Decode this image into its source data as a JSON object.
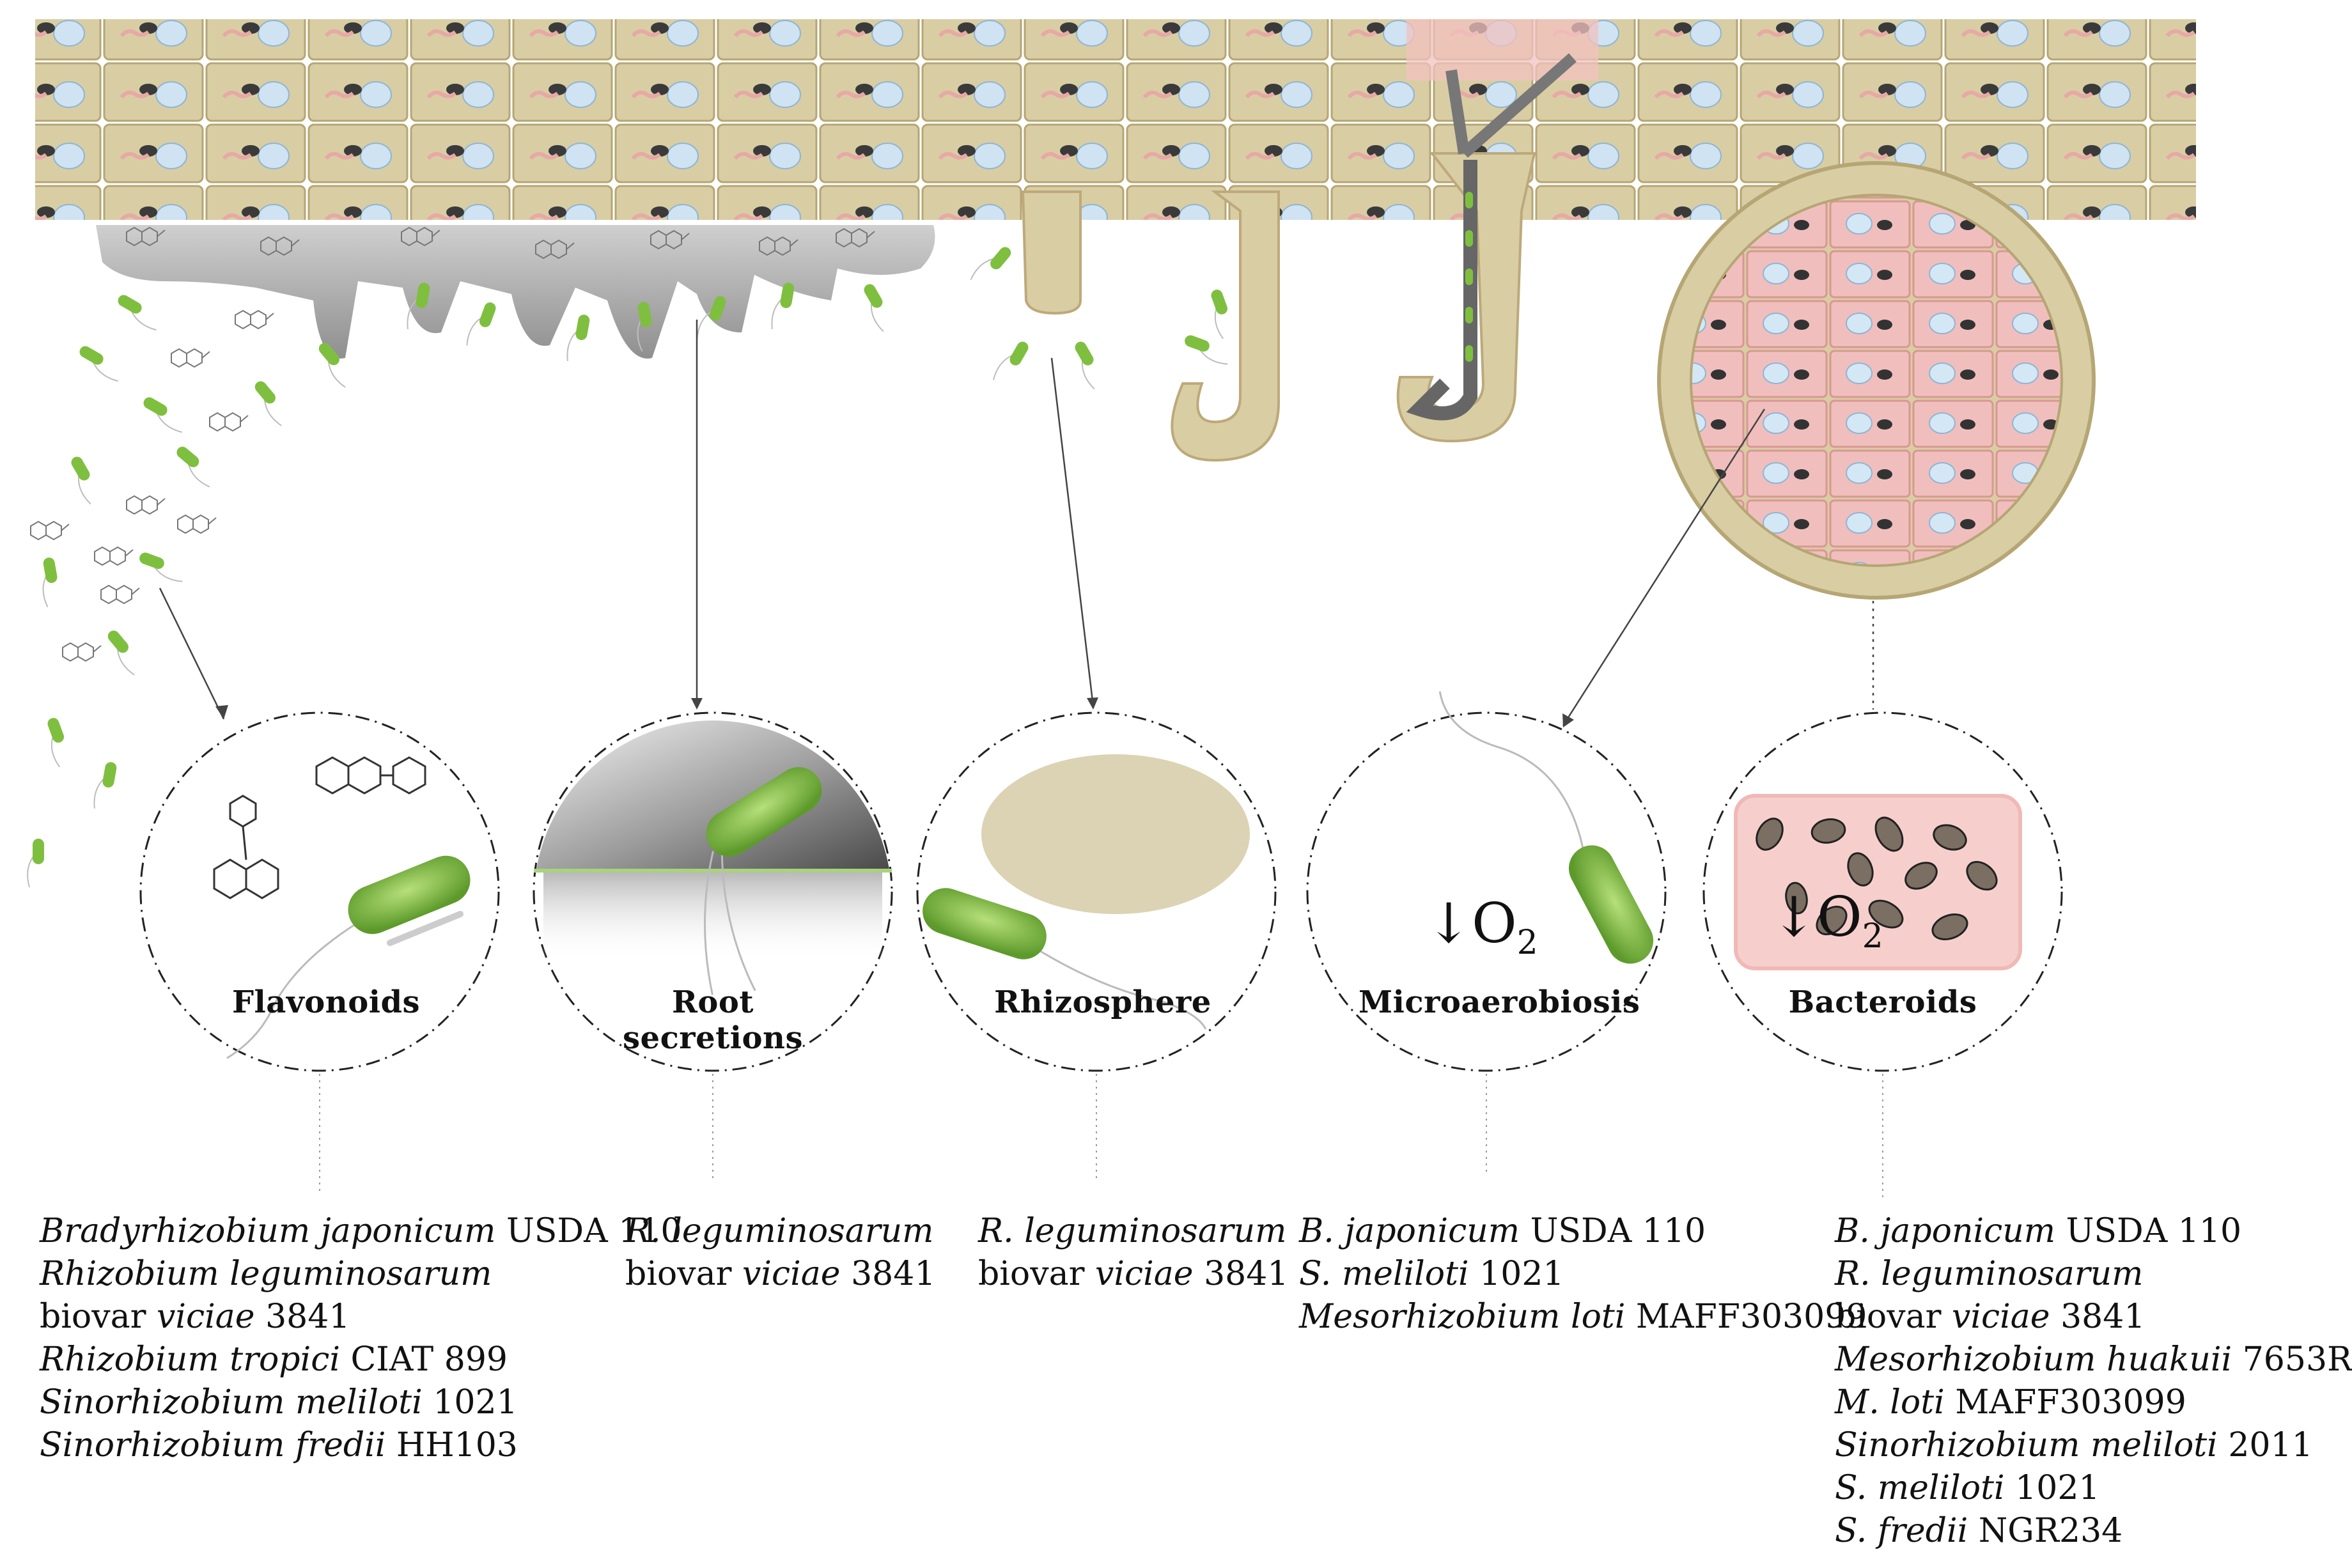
{
  "panels": [
    {
      "title": "Flavonoids",
      "species": [
        [
          {
            "t": "Bradyrhizobium japonicum",
            "i": true
          },
          {
            "t": " USDA 110",
            "i": false
          }
        ],
        [
          {
            "t": "Rhizobium leguminosarum",
            "i": true
          }
        ],
        [
          {
            "t": "biovar ",
            "i": false
          },
          {
            "t": "viciae",
            "i": true
          },
          {
            "t": " 3841",
            "i": false
          }
        ],
        [
          {
            "t": "Rhizobium tropici",
            "i": true
          },
          {
            "t": " CIAT 899",
            "i": false
          }
        ],
        [
          {
            "t": "Sinorhizobium meliloti",
            "i": true
          },
          {
            "t": " 1021",
            "i": false
          }
        ],
        [
          {
            "t": "Sinorhizobium fredii",
            "i": true
          },
          {
            "t": " HH103",
            "i": false
          }
        ]
      ]
    },
    {
      "title": "Root secretions",
      "species": [
        [
          {
            "t": "R. leguminosarum",
            "i": true
          }
        ],
        [
          {
            "t": "biovar ",
            "i": false
          },
          {
            "t": "viciae",
            "i": true
          },
          {
            "t": " 3841",
            "i": false
          }
        ]
      ]
    },
    {
      "title": "Rhizosphere",
      "species": [
        [
          {
            "t": "R. leguminosarum",
            "i": true
          }
        ],
        [
          {
            "t": "biovar ",
            "i": false
          },
          {
            "t": "viciae",
            "i": true
          },
          {
            "t": " 3841",
            "i": false
          }
        ]
      ]
    },
    {
      "title": "Microaerobiosis",
      "species": [
        [
          {
            "t": "B. japonicum",
            "i": true
          },
          {
            "t": " USDA 110",
            "i": false
          }
        ],
        [
          {
            "t": "S. meliloti",
            "i": true
          },
          {
            "t": " 1021",
            "i": false
          }
        ],
        [
          {
            "t": "Mesorhizobium loti",
            "i": true
          },
          {
            "t": " MAFF303099",
            "i": false
          }
        ]
      ]
    },
    {
      "title": "Bacteroids",
      "species": [
        [
          {
            "t": "B. japonicum",
            "i": true
          },
          {
            "t": " USDA 110",
            "i": false
          }
        ],
        [
          {
            "t": "R. leguminosarum",
            "i": true
          }
        ],
        [
          {
            "t": "biovar ",
            "i": false
          },
          {
            "t": "viciae",
            "i": true
          },
          {
            "t": " 3841",
            "i": false
          }
        ],
        [
          {
            "t": "Mesorhizobium huakuii",
            "i": true
          },
          {
            "t": " 7653R",
            "i": false
          }
        ],
        [
          {
            "t": "M. loti",
            "i": true
          },
          {
            "t": " MAFF303099",
            "i": false
          }
        ],
        [
          {
            "t": "Sinorhizobium meliloti",
            "i": true
          },
          {
            "t": " 2011",
            "i": false
          }
        ],
        [
          {
            "t": "S. meliloti",
            "i": true
          },
          {
            "t": " 1021",
            "i": false
          }
        ],
        [
          {
            "t": "S. fredii",
            "i": true
          },
          {
            "t": " NGR234",
            "i": false
          }
        ]
      ]
    }
  ],
  "o2_labels": {
    "microaerobiosis": {
      "arrow": "↓",
      "text": "O",
      "sub": "2"
    },
    "bacteroids": {
      "arrow": "↓",
      "text": "O",
      "sub": "2"
    }
  },
  "colors": {
    "root_cell": "#d9cda4",
    "root_cell_border": "#b9aa78",
    "infected_cell": "#f3c9c6",
    "bacterium": "#7fbf3f",
    "secretion": "#9a9a9a",
    "circle_border": "#222222"
  }
}
